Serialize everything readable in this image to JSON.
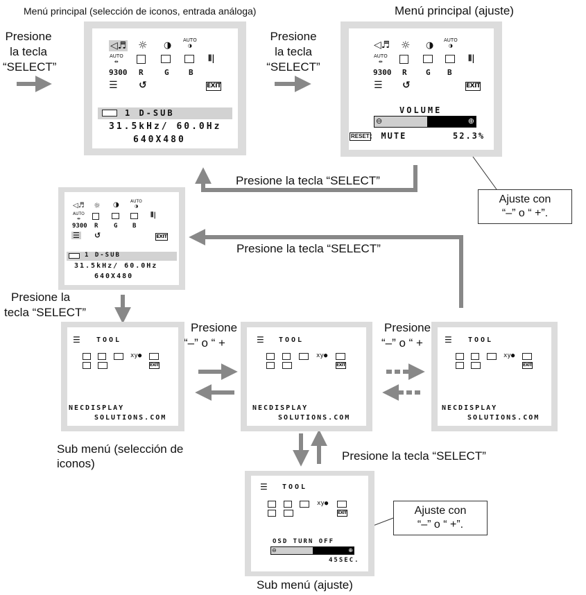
{
  "captions": {
    "main_icon_select": "Menú principal (selección de iconos, entrada análoga)",
    "main_adjust": "Menú principal (ajuste)",
    "sub_icon_select_1": "Sub menú (selección de",
    "sub_icon_select_2": "iconos)",
    "sub_adjust": "Sub menú (ajuste)"
  },
  "labels": {
    "press_select_left": [
      "Presione",
      "la tecla",
      "“SELECT”"
    ],
    "press_select_mid": [
      "Presione",
      "la tecla",
      "“SELECT”"
    ],
    "press_select_horizontal": "Presione la tecla “SELECT”",
    "press_select_la": [
      "Presione la",
      "tecla “SELECT”"
    ],
    "press_minus_plus": [
      "Presione",
      "“–” o “ +"
    ],
    "press_select_up": "Presione la tecla “SELECT”"
  },
  "callouts": {
    "adjust_main": [
      "Ajuste con",
      "“–” o “ +”."
    ],
    "adjust_sub": [
      "Ajuste con",
      "“–” o “ +”."
    ]
  },
  "main_osd": {
    "icon_row1": [
      "volume-icon",
      "brightness-icon",
      "contrast-icon",
      "auto-contrast-icon"
    ],
    "icon_row2": [
      "auto-adjust-icon",
      "left-right-icon",
      "down-up-icon",
      "h-size-icon",
      "fine-icon"
    ],
    "color_row": [
      "9300",
      "R",
      "G",
      "B"
    ],
    "exit_label": "EXIT",
    "auto_label": "AUTO",
    "input_label": "1 D-SUB",
    "frequency": "31.5kHz/ 60.0Hz",
    "resolution": "640X480"
  },
  "adjust_osd": {
    "title": "VOLUME",
    "reset_label": "RESET",
    "mute_label": ": MUTE",
    "value": "52.3%",
    "level_fraction": 0.523,
    "minus": "⊖",
    "plus": "⊕"
  },
  "tool_osd": {
    "title": "TOOL",
    "exit_label": "EXIT",
    "xy_label": "xy",
    "url_line1": "NECDISPLAY",
    "url_line2": "SOLUTIONS.COM"
  },
  "sub_adjust_osd": {
    "title": "OSD TURN OFF",
    "value": "45SEC.",
    "level_fraction": 0.5
  },
  "colors": {
    "osd_frame": "#dcdcdc",
    "selection_bar": "#d2d2d2",
    "arrow": "#888888",
    "bar_fill": "#000000"
  }
}
